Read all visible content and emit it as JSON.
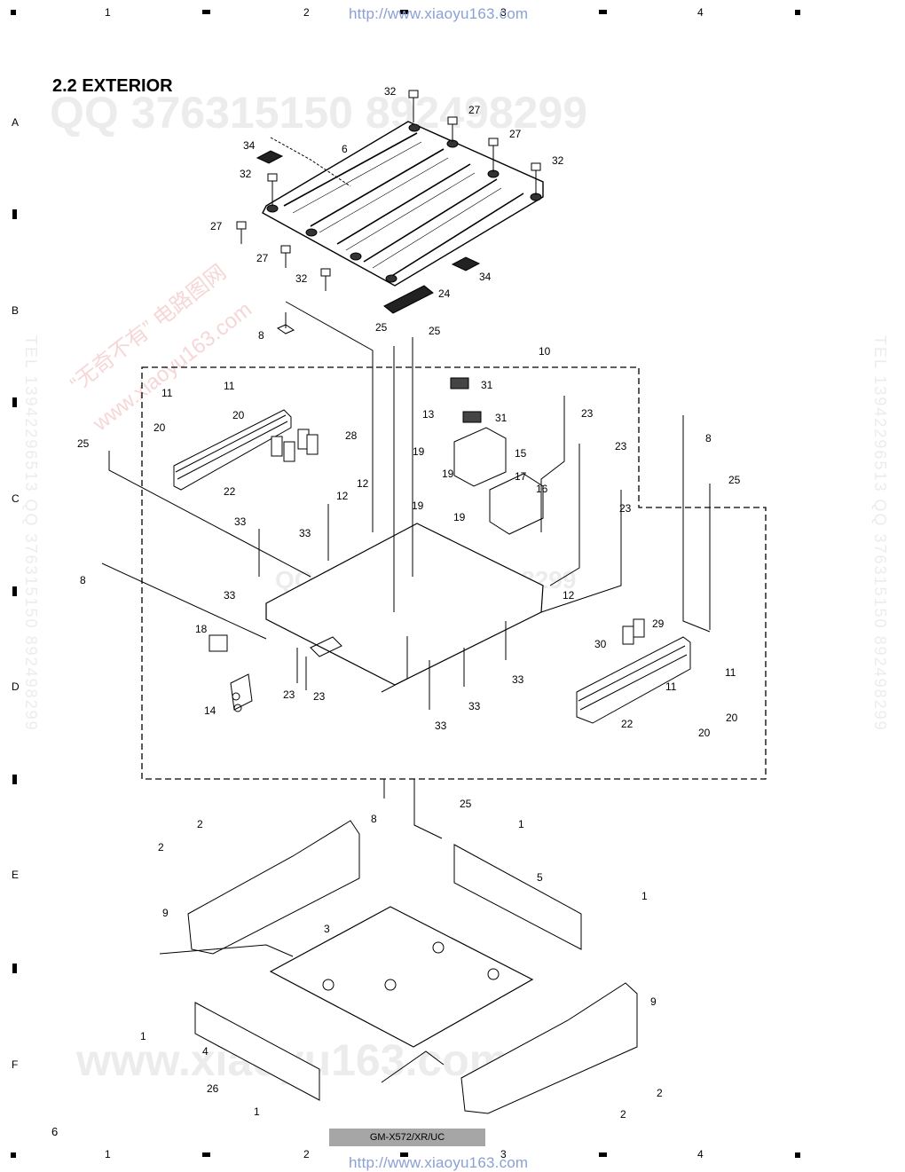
{
  "header_url": "http://www.xiaoyu163.com",
  "footer_url": "http://www.xiaoyu163.com",
  "section_title": "2.2 EXTERIOR",
  "column_numbers": [
    "1",
    "2",
    "3",
    "4"
  ],
  "row_letters": [
    "A",
    "B",
    "C",
    "D",
    "E",
    "F"
  ],
  "page_number": "6",
  "model": "GM-X572/XR/UC",
  "watermarks": {
    "qq": "QQ 376315150   892498299",
    "qq_mid": "QQ 376315150   892498299",
    "site": "www.xiaoyu163.com",
    "cn": "“无奇不有” 电路图网",
    "site_diag": "www.xiaoyu163.com",
    "tel_left": "TEL 13942296513  QQ 376315150  892498299",
    "tel_right": "TEL 13942296513  QQ 376315150  892498299"
  },
  "callouts": [
    {
      "id": "c1",
      "label": "32"
    },
    {
      "id": "c2",
      "label": "27"
    },
    {
      "id": "c3",
      "label": "27"
    },
    {
      "id": "c4",
      "label": "32"
    },
    {
      "id": "c5",
      "label": "34"
    },
    {
      "id": "c6",
      "label": "6"
    },
    {
      "id": "c7",
      "label": "32"
    },
    {
      "id": "c8",
      "label": "27"
    },
    {
      "id": "c9",
      "label": "27"
    },
    {
      "id": "c10",
      "label": "32"
    },
    {
      "id": "c11",
      "label": "34"
    },
    {
      "id": "c12",
      "label": "24"
    },
    {
      "id": "c13",
      "label": "8"
    },
    {
      "id": "c14",
      "label": "25"
    },
    {
      "id": "c15",
      "label": "25"
    },
    {
      "id": "c16",
      "label": "10"
    },
    {
      "id": "c17",
      "label": "11"
    },
    {
      "id": "c18",
      "label": "11"
    },
    {
      "id": "c19",
      "label": "20"
    },
    {
      "id": "c20",
      "label": "20"
    },
    {
      "id": "c21",
      "label": "28"
    },
    {
      "id": "c22",
      "label": "25"
    },
    {
      "id": "c23",
      "label": "22"
    },
    {
      "id": "c24",
      "label": "12"
    },
    {
      "id": "c25",
      "label": "12"
    },
    {
      "id": "c26",
      "label": "31"
    },
    {
      "id": "c27",
      "label": "31"
    },
    {
      "id": "c28",
      "label": "13"
    },
    {
      "id": "c29",
      "label": "19"
    },
    {
      "id": "c30",
      "label": "19"
    },
    {
      "id": "c31",
      "label": "19"
    },
    {
      "id": "c32",
      "label": "19"
    },
    {
      "id": "c33",
      "label": "15"
    },
    {
      "id": "c34",
      "label": "17"
    },
    {
      "id": "c35",
      "label": "16"
    },
    {
      "id": "c36",
      "label": "23"
    },
    {
      "id": "c37",
      "label": "23"
    },
    {
      "id": "c38",
      "label": "23"
    },
    {
      "id": "c39",
      "label": "8"
    },
    {
      "id": "c40",
      "label": "25"
    },
    {
      "id": "c41",
      "label": "33"
    },
    {
      "id": "c42",
      "label": "33"
    },
    {
      "id": "c43",
      "label": "8"
    },
    {
      "id": "c44",
      "label": "33"
    },
    {
      "id": "c45",
      "label": "18"
    },
    {
      "id": "c46",
      "label": "14"
    },
    {
      "id": "c47",
      "label": "23"
    },
    {
      "id": "c48",
      "label": "23"
    },
    {
      "id": "c49",
      "label": "12"
    },
    {
      "id": "c50",
      "label": "29"
    },
    {
      "id": "c51",
      "label": "30"
    },
    {
      "id": "c52",
      "label": "33"
    },
    {
      "id": "c53",
      "label": "33"
    },
    {
      "id": "c54",
      "label": "33"
    },
    {
      "id": "c55",
      "label": "22"
    },
    {
      "id": "c56",
      "label": "11"
    },
    {
      "id": "c57",
      "label": "11"
    },
    {
      "id": "c58",
      "label": "20"
    },
    {
      "id": "c59",
      "label": "20"
    },
    {
      "id": "c60",
      "label": "8"
    },
    {
      "id": "c61",
      "label": "25"
    },
    {
      "id": "c62",
      "label": "2"
    },
    {
      "id": "c63",
      "label": "2"
    },
    {
      "id": "c64",
      "label": "9"
    },
    {
      "id": "c65",
      "label": "1"
    },
    {
      "id": "c66",
      "label": "5"
    },
    {
      "id": "c67",
      "label": "1"
    },
    {
      "id": "c68",
      "label": "3"
    },
    {
      "id": "c69",
      "label": "9"
    },
    {
      "id": "c70",
      "label": "1"
    },
    {
      "id": "c71",
      "label": "4"
    },
    {
      "id": "c72",
      "label": "26"
    },
    {
      "id": "c73",
      "label": "1"
    },
    {
      "id": "c74",
      "label": "2"
    },
    {
      "id": "c75",
      "label": "2"
    }
  ]
}
